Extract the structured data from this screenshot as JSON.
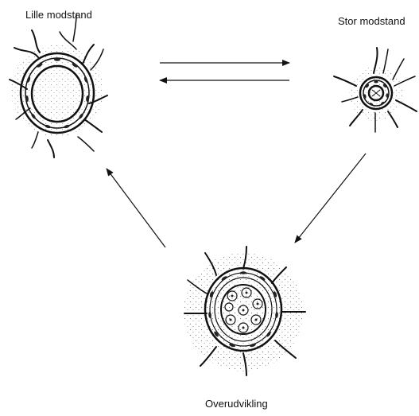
{
  "labels": {
    "small_resistance": "Lille modstand",
    "large_resistance": "Stor modstand",
    "overdevelopment": "Overudvikling"
  },
  "colors": {
    "ink": "#111111",
    "background": "#ffffff"
  }
}
